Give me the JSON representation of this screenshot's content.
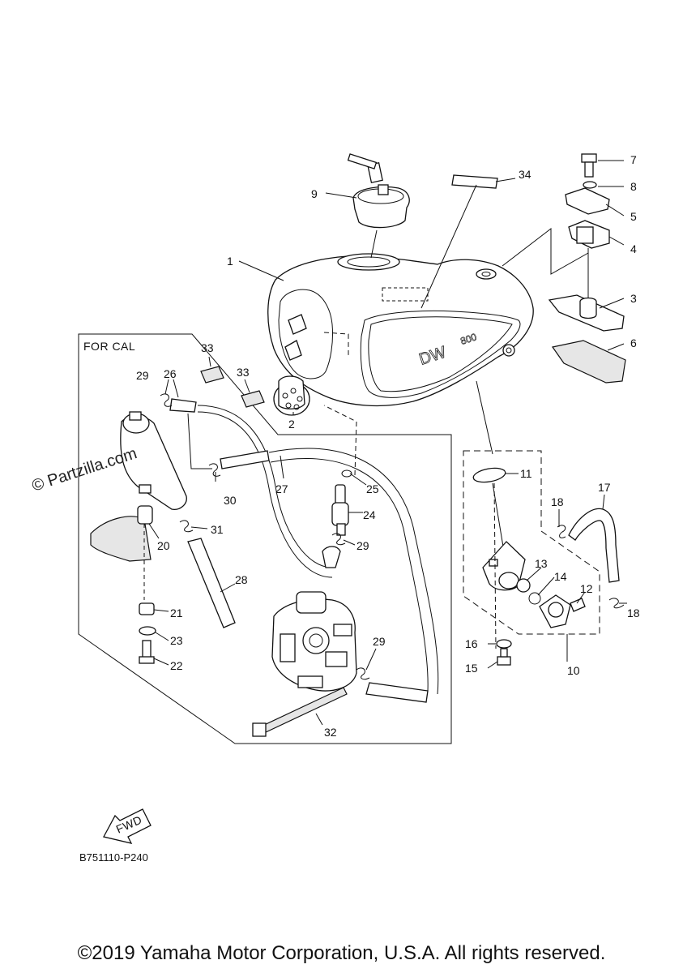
{
  "box_label": "FOR CAL",
  "watermark": "© Partzilla.com",
  "fwd_label": "FWD",
  "drawing_id": "B751110-P240",
  "copyright": "©2019 Yamaha Motor Corporation, U.S.A. All rights reserved.",
  "callouts": {
    "c1": "1",
    "c2": "2",
    "c3": "3",
    "c4": "4",
    "c5": "5",
    "c6": "6",
    "c7": "7",
    "c8": "8",
    "c9": "9",
    "c10": "10",
    "c11": "11",
    "c12": "12",
    "c13": "13",
    "c14": "14",
    "c15": "15",
    "c16": "16",
    "c17": "17",
    "c18a": "18",
    "c18b": "18",
    "c20": "20",
    "c21": "21",
    "c22": "22",
    "c23": "23",
    "c24": "24",
    "c25": "25",
    "c26": "26",
    "c27": "27",
    "c28": "28",
    "c29a": "29",
    "c29b": "29",
    "c29c": "29",
    "c30": "30",
    "c31": "31",
    "c32": "32",
    "c33a": "33",
    "c33b": "33",
    "c34": "34"
  }
}
